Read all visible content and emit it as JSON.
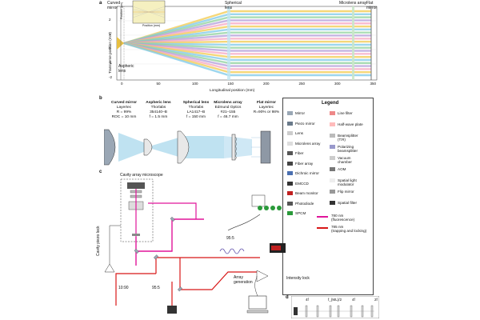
{
  "panel_a": {
    "label": "a",
    "ylabel": "Transverse position (mm)",
    "xlabel": "Longitudinal position (mm)",
    "xticks": [
      "0",
      "50",
      "100",
      "150",
      "200",
      "250",
      "300",
      "350"
    ],
    "yticks": [
      "2",
      "1",
      "0",
      "-1",
      "-2"
    ],
    "top_labels": {
      "curved_mirror": "Curved\nmirror",
      "spherical_lens": "Spherical\nlens",
      "microlens_array": "Microlens array",
      "flat_mirror": "Flat\nmirror"
    },
    "aspheric_lens": "Aspheric\nlens",
    "inset_ylabel": "Position (μm)",
    "inset_xlabel": "Position (mm)",
    "inset_yticks": [
      "20",
      "0",
      "-20"
    ],
    "inset_xticks": [
      "0",
      "0.5",
      "1.0"
    ]
  },
  "panel_b": {
    "label": "b",
    "components": [
      {
        "name": "Curved mirror",
        "l1": "Layertec",
        "l2": "R = 99%",
        "l3": "ROC = 10 mm"
      },
      {
        "name": "Aspheric lens",
        "l1": "Thorlabs",
        "l2": "354140–B",
        "l3": "f = 1.5 mm"
      },
      {
        "name": "Spherical lens",
        "l1": "Thorlabs",
        "l2": "LA1417–B",
        "l3": "f = 150 mm"
      },
      {
        "name": "Microlens array",
        "l1": "Edmund Optics",
        "l2": "#21–155",
        "l3": "f = 46.7 mm"
      },
      {
        "name": "Flat mirror",
        "l1": "Layertec",
        "l2": "R=90% or 98%",
        "l3": ""
      }
    ]
  },
  "legend": {
    "title": "Legend",
    "left": [
      "Mirror",
      "Piezo mirror",
      "Lens",
      "Microlens array",
      "Fiber",
      "Fiber array",
      "Dichroic mirror",
      "EMCCD",
      "Beam monitor",
      "Photodiode",
      "SPCM"
    ],
    "right": [
      "Line filter",
      "Half-wave plate",
      "Beamsplitter\n(T:R)",
      "Polarizing\nbeamsplitter",
      "Vacuum\nchamber",
      "AOM",
      "Spatial light\nmodulator",
      "Flip mirror",
      "Spatial filter"
    ],
    "beams": [
      {
        "label": "780 nm\n(fluorescence)",
        "color": "#e0159a"
      },
      {
        "label": "785 nm\n(trapping and locking)",
        "color": "#d81818"
      }
    ]
  },
  "panel_c": {
    "label": "c",
    "cavity_array_microscope": "Cavity array microscope",
    "cavity_piezo_lock": "Cavity piezo lock",
    "array_generation": "Array\ngeneration",
    "intensity_lock": "Intensity lock",
    "split_955_top": "95:5",
    "split_955_bottom": "95:5",
    "split_1090": "10:90"
  },
  "panel_d": {
    "label": "d",
    "labels": [
      "4f",
      "f_{ML}/2",
      "4f",
      "2f"
    ]
  },
  "colors": {
    "fluorescence": "#e0159a",
    "trapping": "#d81818",
    "fan": [
      "#f2c94c",
      "#7cc8e8",
      "#8fd19e",
      "#b39ddb",
      "#f6a7c1"
    ]
  }
}
